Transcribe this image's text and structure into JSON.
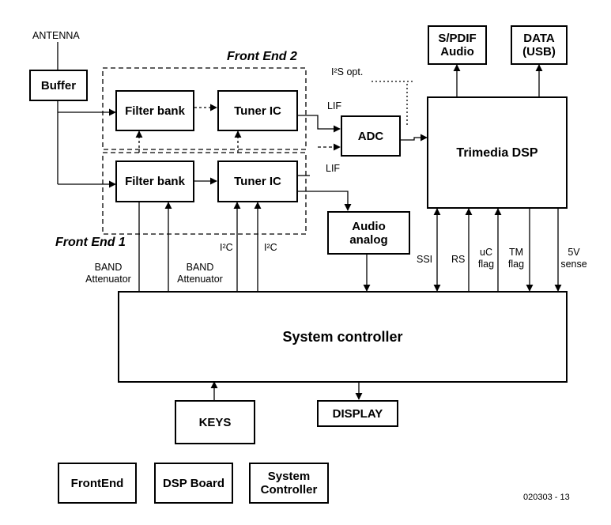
{
  "labels": {
    "antenna": "ANTENNA",
    "front_end_2": "Front End 2",
    "front_end_1": "Front End 1",
    "i2s_opt": "I²S opt.",
    "lif_top": "LIF",
    "lif_bottom": "LIF",
    "band_att_1": "BAND\nAttenuator",
    "band_att_2": "BAND\nAttenuator",
    "i2c_1": "I²C",
    "i2c_2": "I²C",
    "ssi": "SSI",
    "rs": "RS",
    "uc_flag": "uC\nflag",
    "tm_flag": "TM\nflag",
    "sense_5v": "5V\nsense",
    "figure_id": "020303 - 13"
  },
  "blocks": {
    "buffer": "Buffer",
    "filter_bank_2": "Filter bank",
    "tuner_ic_2": "Tuner IC",
    "filter_bank_1": "Filter bank",
    "tuner_ic_1": "Tuner IC",
    "adc": "ADC",
    "audio_analog": "Audio\nanalog",
    "trimedia_dsp": "Trimedia DSP",
    "spdif": "S/PDIF\nAudio",
    "data_usb": "DATA\n(USB)",
    "system_controller": "System controller",
    "keys": "KEYS",
    "display": "DISPLAY"
  },
  "legend": {
    "frontend": "FrontEnd",
    "dsp_board": "DSP Board",
    "system_controller": "System\nController"
  }
}
